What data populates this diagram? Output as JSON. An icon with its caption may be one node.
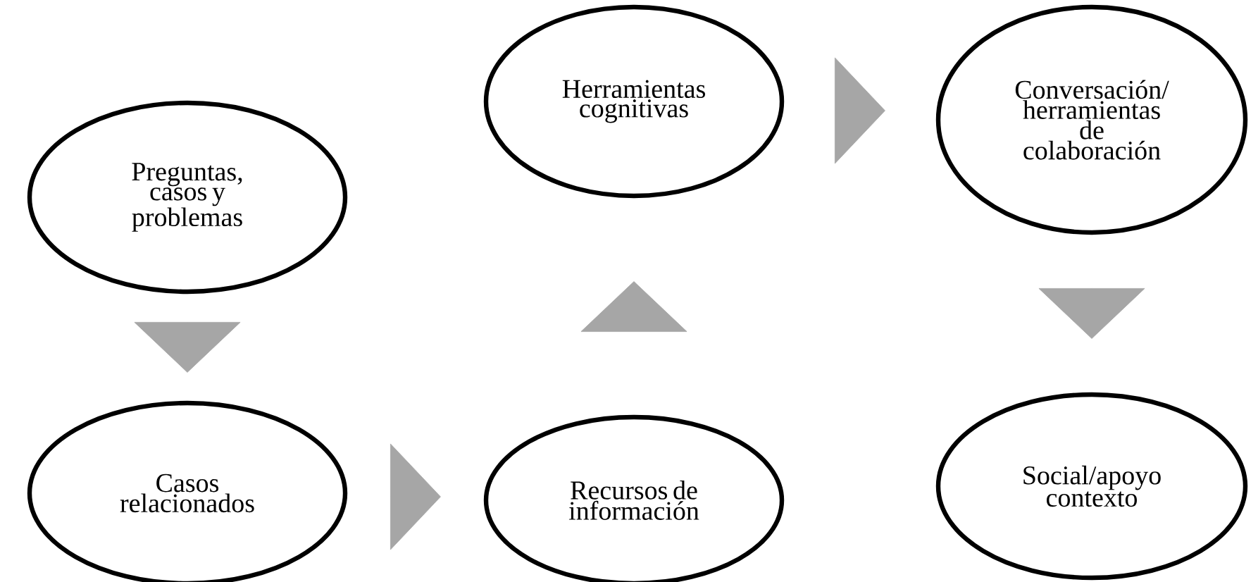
{
  "diagram": {
    "nodes": [
      {
        "text": [
          "Preguntas, casos y problemas"
        ]
      },
      {
        "text": [
          "Casos relacionados"
        ]
      },
      {
        "text": [
          "Recursos de información"
        ]
      },
      {
        "text": [
          "Herramientas cognitivas"
        ]
      },
      {
        "text": [
          "Conversación/ herramientas de colaboración"
        ]
      },
      {
        "text": [
          "Social/apoyo contexto"
        ]
      }
    ],
    "edges": [
      {
        "from": 0,
        "to": 1,
        "arrow": "to"
      },
      {
        "from": 1,
        "to": 2,
        "arrow": "to"
      },
      {
        "from": 2,
        "to": 3,
        "arrow": "to"
      },
      {
        "from": 3,
        "to": 4,
        "arrow": "to"
      },
      {
        "from": 4,
        "to": 5,
        "arrow": "to"
      }
    ]
  }
}
